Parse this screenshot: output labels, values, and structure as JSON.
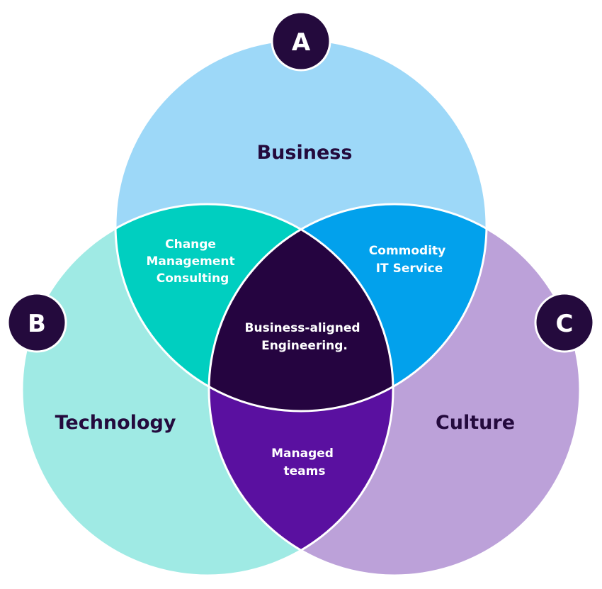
{
  "colors": {
    "business": "#9dd8f8",
    "technology": "#9feae4",
    "culture": "#bca1d9",
    "business_technology": "#00cfc0",
    "business_culture": "#02a1ec",
    "technology_culture": "#5a10a0",
    "center": "#250440",
    "badge": "#240a3d"
  },
  "circles": {
    "a": {
      "badge": "A",
      "label": "Business"
    },
    "b": {
      "badge": "B",
      "label": "Technology"
    },
    "c": {
      "badge": "C",
      "label": "Culture"
    }
  },
  "intersections": {
    "ab": {
      "lines": [
        "Change",
        "Management",
        "Consulting"
      ]
    },
    "ac": {
      "lines": [
        "Commodity",
        "IT Service"
      ]
    },
    "bc": {
      "lines": [
        "Managed",
        "teams"
      ]
    },
    "abc": {
      "lines": [
        "Business-aligned",
        "Engineering."
      ]
    }
  }
}
